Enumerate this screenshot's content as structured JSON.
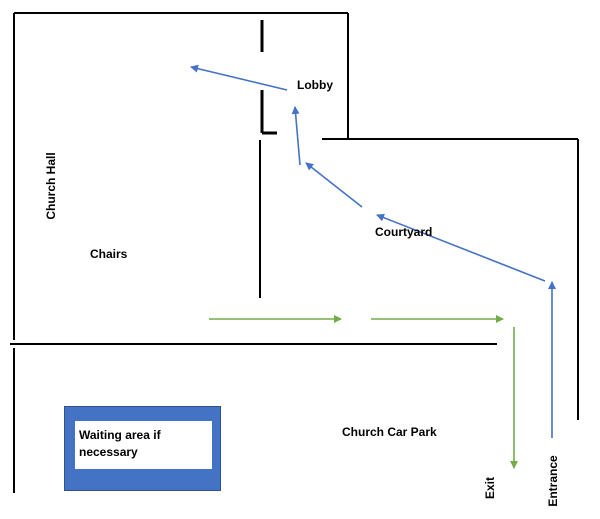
{
  "areas": {
    "lobby": "Lobby",
    "church_hall": "Church Hall",
    "chairs": "Chairs",
    "courtyard": "Courtyard",
    "car_park": "Church Car Park",
    "waiting_area": "Waiting area if necessary"
  },
  "routes": {
    "exit": "Exit",
    "entrance": "Entrance"
  },
  "colors": {
    "walls": "#000000",
    "entry_route": "#4472c4",
    "exit_route": "#70ad47",
    "waiting_box_fill": "#4472c4"
  }
}
